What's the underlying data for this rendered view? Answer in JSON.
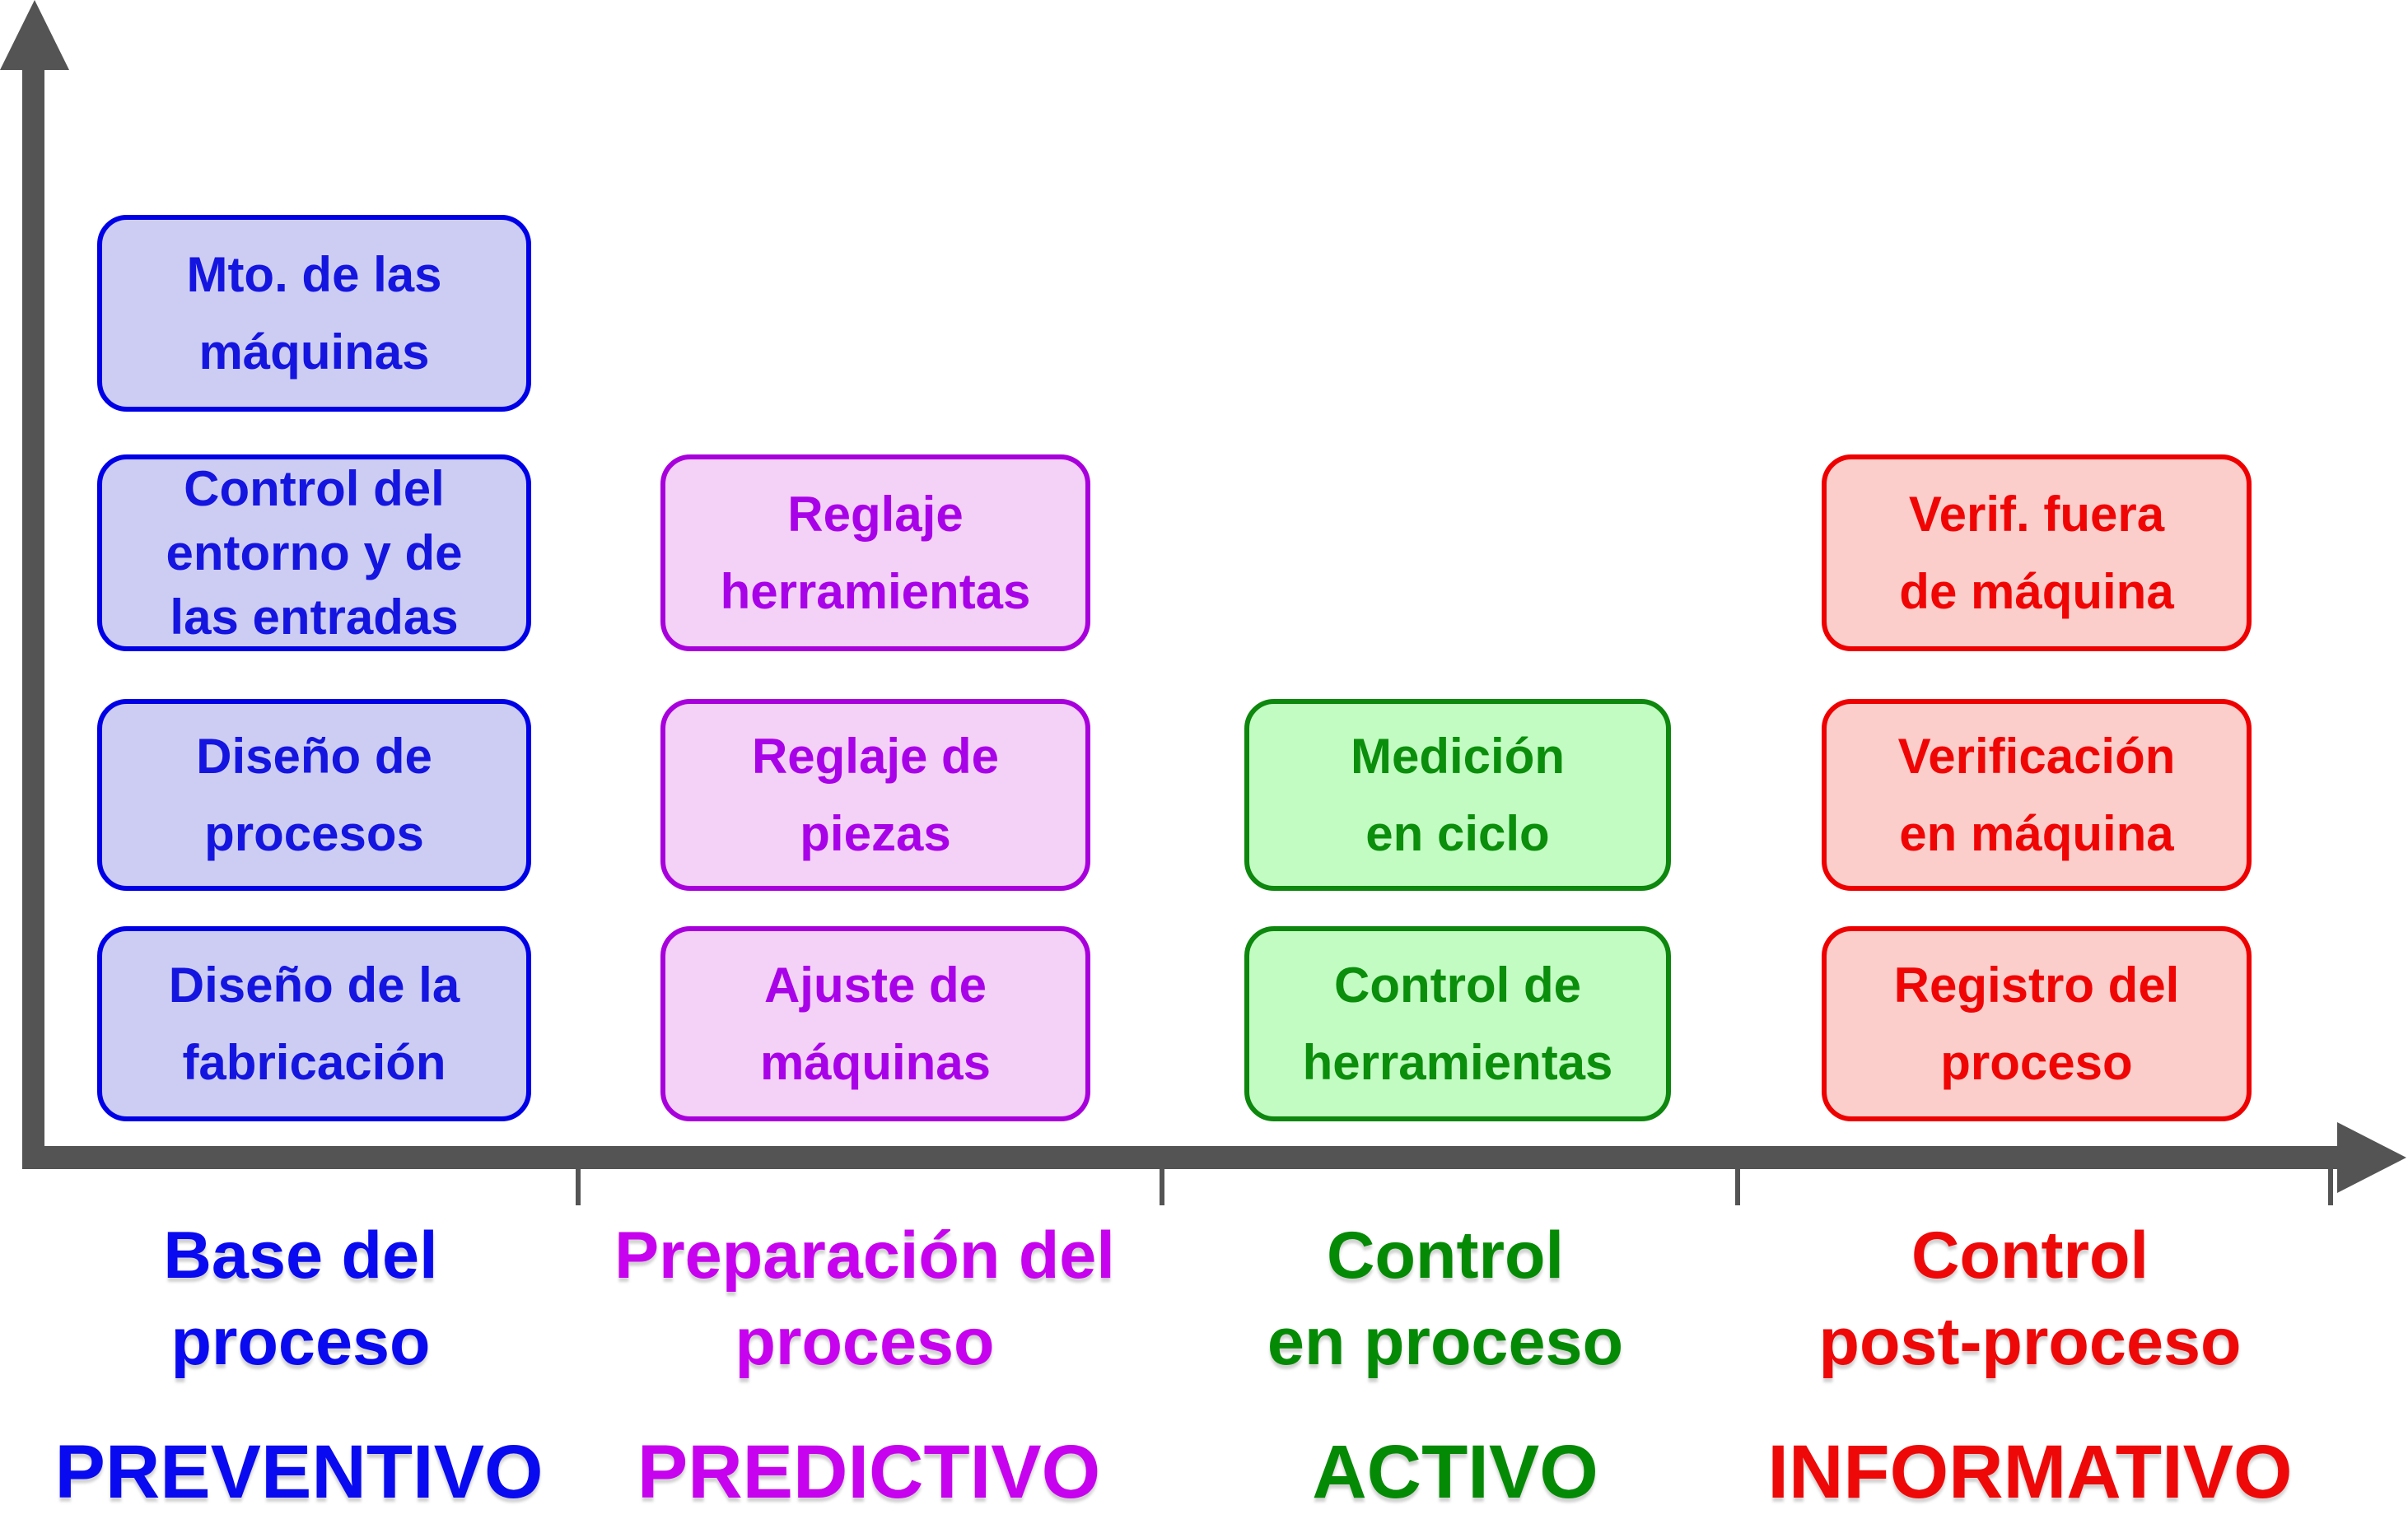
{
  "diagram": {
    "axis_color": "#545454",
    "columns": [
      {
        "name": "preventivo",
        "colors": {
          "border": "#0000E6",
          "fill": "#CDCDF4",
          "text": "#1515E0",
          "label": "#0A0AF0"
        },
        "boxes": [
          "Mto. de las\nmáquinas",
          "Control del\nentorno y de\nlas entradas",
          "Diseño de\nprocesos",
          "Diseño de la\nfabricación"
        ],
        "axis_label": "Base del\nproceso",
        "category": "PREVENTIVO"
      },
      {
        "name": "predictivo",
        "colors": {
          "border": "#A800DC",
          "fill": "#F4D1F6",
          "text": "#A802E8",
          "label": "#C602EE"
        },
        "boxes": [
          "Reglaje\nherramientas",
          "Reglaje de\npiezas",
          "Ajuste de\nmáquinas"
        ],
        "axis_label": "Preparación del\nproceso",
        "category": "PREDICTIVO"
      },
      {
        "name": "activo",
        "colors": {
          "border": "#0D870D",
          "fill": "#C2FCC2",
          "text": "#0B8E0B",
          "label": "#058A05"
        },
        "boxes": [
          "Medición\nen ciclo",
          "Control de\nherramientas"
        ],
        "axis_label": "Control\nen proceso",
        "category": "ACTIVO"
      },
      {
        "name": "informativo",
        "colors": {
          "border": "#EE0000",
          "fill": "#FBCECB",
          "text": "#F00505",
          "label": "#EE0808"
        },
        "boxes": [
          "Verif. fuera\nde máquina",
          "Verificación\nen máquina",
          "Registro del\nproceso"
        ],
        "axis_label": "Control\npost-proceso",
        "category": "INFORMATIVO"
      }
    ]
  }
}
